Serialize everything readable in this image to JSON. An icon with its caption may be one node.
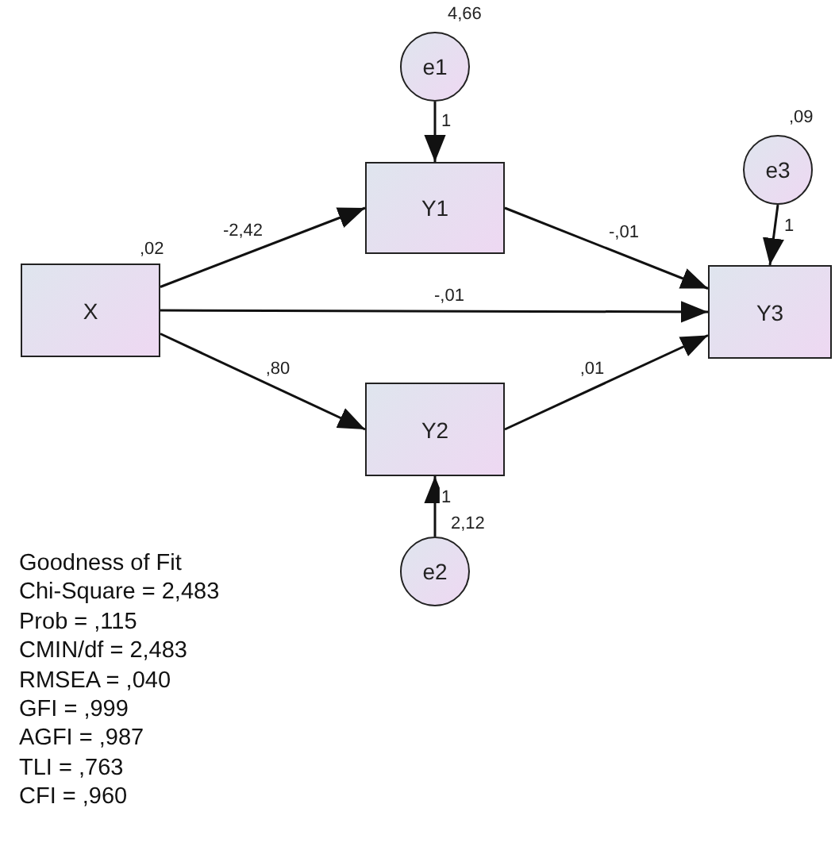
{
  "diagram": {
    "nodes": [
      {
        "text": [
          "e1"
        ],
        "beside": [
          "4,66"
        ]
      },
      {
        "text": [
          "e3"
        ],
        "beside": [
          ",09"
        ]
      },
      {
        "text": [
          "X"
        ],
        "beside": [
          ",02"
        ]
      },
      {
        "text": [
          "Y1"
        ]
      },
      {
        "text": [
          "Y3"
        ]
      },
      {
        "text": [
          "Y2"
        ]
      },
      {
        "text": [
          "e2"
        ],
        "beside": [
          "2,12"
        ]
      }
    ],
    "edges": [
      {
        "from": 0,
        "to": 3,
        "arrow": "to",
        "label": "1"
      },
      {
        "from": 1,
        "to": 4,
        "arrow": "to",
        "label": "1"
      },
      {
        "from": 2,
        "to": 3,
        "arrow": "to",
        "label": "-2,42"
      },
      {
        "from": 3,
        "to": 4,
        "arrow": "to",
        "label": "-,01"
      },
      {
        "from": 2,
        "to": 4,
        "arrow": "to",
        "label": "-,01"
      },
      {
        "from": 2,
        "to": 5,
        "arrow": "to",
        "label": ",80"
      },
      {
        "from": 5,
        "to": 4,
        "arrow": "to",
        "label": ",01"
      },
      {
        "from": 6,
        "to": 5,
        "arrow": "to",
        "label": "1"
      }
    ],
    "labels": [
      "Goodness of Fit",
      "Chi-Square = 2,483",
      "Prob = ,115",
      "CMIN/df = 2,483",
      "RMSEA = ,040",
      "GFI = ,999",
      "AGFI = ,987",
      "TLI = ,763",
      "CFI = ,960"
    ]
  }
}
